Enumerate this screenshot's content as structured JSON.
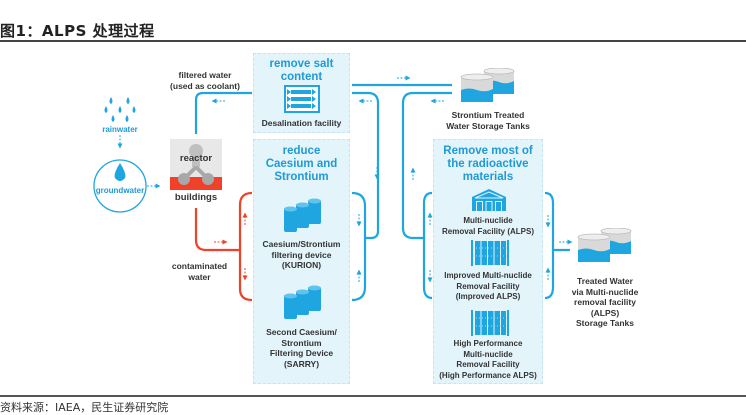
{
  "header": {
    "title": "图1：ALPS 处理过程"
  },
  "footer": {
    "source": "资料来源：IAEA，民生证券研究院"
  },
  "colors": {
    "accent_blue": "#1fa6e0",
    "contaminated_red": "#f2412a",
    "panel_bg": "#e3f4fb",
    "title_blue": "#1f9ad6"
  },
  "nodes": {
    "rainwater": {
      "label": "rainwater",
      "icon": "raindrops-icon"
    },
    "groundwater": {
      "label": "groundwater",
      "icon": "water-drop-icon"
    },
    "reactor": {
      "label_top": "reactor",
      "label_bottom": "buildings",
      "icon": "reactor-icon"
    },
    "filtered_water": {
      "label_line1": "filtered water",
      "label_line2": "(used as coolant)"
    },
    "contaminated_water": {
      "label_line1": "contaminated",
      "label_line2": "water"
    },
    "desalination": {
      "title_line1": "remove salt",
      "title_line2": "content",
      "label": "Desalination facility",
      "icon": "desalination-icon"
    },
    "caesium": {
      "title_line1": "reduce",
      "title_line2": "Caesium and",
      "title_line3": "Strontium",
      "devices": [
        {
          "lines": [
            "Caesium/Strontium",
            "filtering device",
            "(KURION)"
          ],
          "icon": "filter-cylinders-icon"
        },
        {
          "lines": [
            "Second Caesium/",
            "Strontium",
            "Filtering Device",
            "(SARRY)"
          ],
          "icon": "filter-cylinders-icon"
        }
      ]
    },
    "strontium_tanks": {
      "lines": [
        "Strontium Treated",
        "Water Storage Tanks"
      ],
      "icon": "storage-tanks-icon"
    },
    "alps": {
      "title_line1": "Remove most of",
      "title_line2": "the radioactive",
      "title_line3": "materials",
      "facilities": [
        {
          "lines": [
            "Multi-nuclide",
            "Removal Facility (ALPS)"
          ],
          "icon": "facility-building-icon"
        },
        {
          "lines": [
            "Improved Multi-nuclide",
            "Removal Facility",
            "(Improved ALPS)"
          ],
          "icon": "filter-rack-icon"
        },
        {
          "lines": [
            "High Performance",
            "Multi-nuclide",
            "Removal Facility",
            "(High Performance ALPS)"
          ],
          "icon": "filter-rack-icon"
        }
      ]
    },
    "treated_tanks": {
      "lines": [
        "Treated Water",
        "via Multi-nuclide",
        "removal facility",
        "(ALPS)",
        "Storage Tanks"
      ],
      "icon": "storage-tanks-icon"
    }
  }
}
